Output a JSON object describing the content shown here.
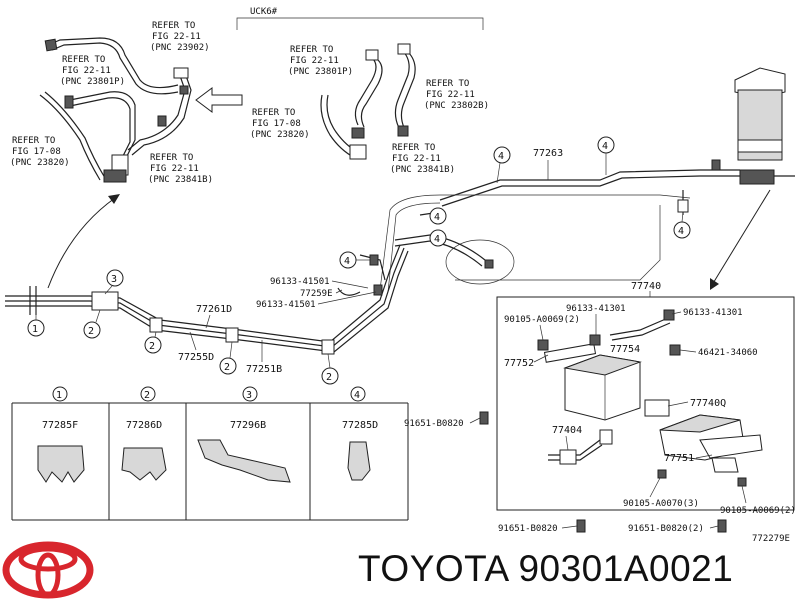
{
  "variant_tag": "UCK6#",
  "refer_labels": [
    {
      "id": "r1",
      "lines": [
        "REFER TO",
        "FIG 22-11",
        "(PNC 23902)"
      ]
    },
    {
      "id": "r2",
      "lines": [
        "REFER TO",
        "FIG 22-11",
        "(PNC 23801P)"
      ]
    },
    {
      "id": "r3",
      "lines": [
        "REFER TO",
        "FIG 17-08",
        "(PNC 23820)"
      ]
    },
    {
      "id": "r4",
      "lines": [
        "REFER TO",
        "FIG 22-11",
        "(PNC 23841B)"
      ]
    },
    {
      "id": "r5",
      "lines": [
        "REFER TO",
        "FIG 22-11",
        "(PNC 23801P)"
      ]
    },
    {
      "id": "r6",
      "lines": [
        "REFER TO",
        "FIG 22-11",
        "(PNC 23802B)"
      ]
    },
    {
      "id": "r7",
      "lines": [
        "REFER TO",
        "FIG 17-08",
        "(PNC 23820)"
      ]
    },
    {
      "id": "r8",
      "lines": [
        "REFER TO",
        "FIG 22-11",
        "(PNC 23841B)"
      ]
    }
  ],
  "part_labels": {
    "p77263": "77263",
    "p77740": "77740",
    "p77261D": "77261D",
    "p77255D": "77255D",
    "p77251B": "77251B",
    "p77259E": "77259E",
    "p96133_a": "96133-41501",
    "p96133_b": "96133-41501",
    "p96133_c": "96133-41301",
    "p96133_d": "96133-41301",
    "p90105_a": "90105-A0069(2)",
    "p77752": "77752",
    "p77754": "77754",
    "p46421": "46421-34060",
    "p91651_a": "91651-B0820",
    "p77740Q": "77740Q",
    "p77404": "77404",
    "p77751": "77751",
    "p90105_b": "90105-A0070(3)",
    "p90105_c": "90105-A0069(2)",
    "p91651_b": "91651-B0820",
    "p91651_c": "91651-B0820(2)",
    "fig_code": "772279E"
  },
  "callouts": {
    "c1": "1",
    "c2": "2",
    "c3": "3",
    "c4": "4"
  },
  "legend": [
    {
      "num": "1",
      "part": "77285F"
    },
    {
      "num": "2",
      "part": "77286D"
    },
    {
      "num": "3",
      "part": "77296B"
    },
    {
      "num": "4",
      "part": "77285D"
    }
  ],
  "brand": {
    "logo_icon": "toyota-logo-icon",
    "logo_color": "#d8262d",
    "title": "TOYOTA 90301A0021"
  }
}
